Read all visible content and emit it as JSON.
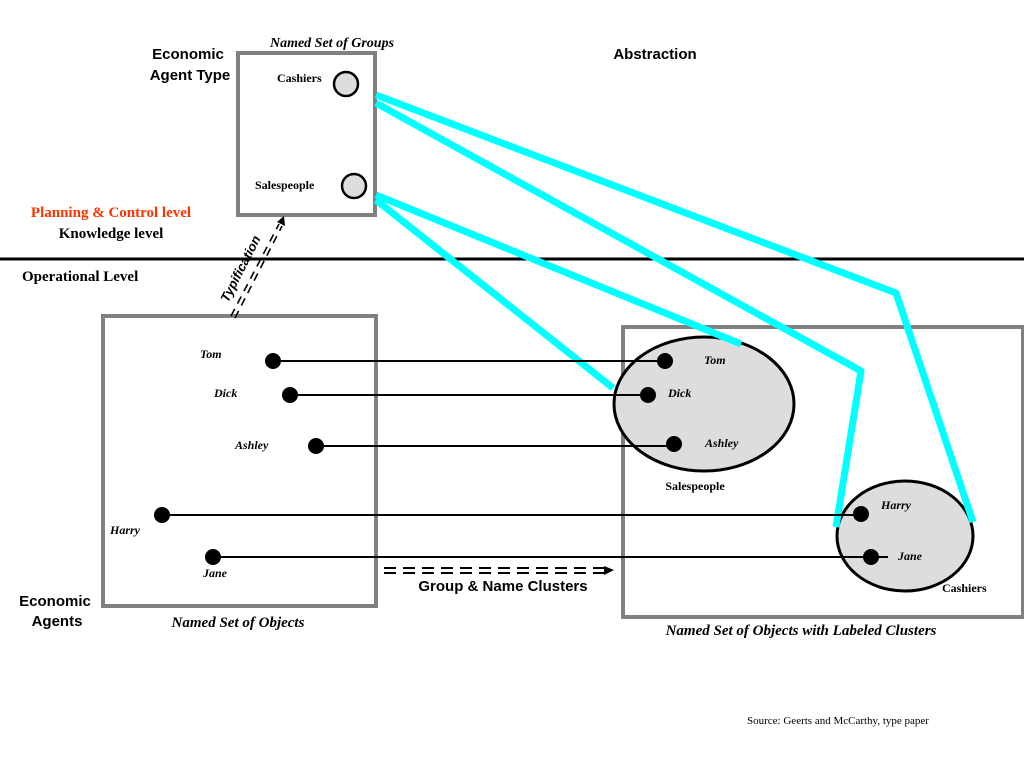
{
  "colors": {
    "abstraction_lines": "#00ffff",
    "box_border": "#808080",
    "cluster_fill": "#dddddd",
    "planning_label": "#ff3300",
    "text": "#000000"
  },
  "top": {
    "named_set_of_groups": "Named Set  of Groups",
    "economic_agent_type_line1": "Economic",
    "economic_agent_type_line2": "Agent Type",
    "abstraction": "Abstraction",
    "groups": [
      "Cashiers",
      "Salespeople"
    ]
  },
  "levels": {
    "planning_control": "Planning & Control level",
    "knowledge": "Knowledge level",
    "operational": "Operational Level"
  },
  "typification": "Typification",
  "left_box": {
    "agents": [
      "Tom",
      "Dick",
      "Ashley",
      "Harry",
      "Jane"
    ],
    "caption": "Named Set of Objects",
    "economic_agents_line1": "Economic",
    "economic_agents_line2": "Agents"
  },
  "group_arrow_label": "Group & Name Clusters",
  "right_box": {
    "caption": "Named Set of Objects with Labeled Clusters",
    "salespeople_cluster": {
      "label": "Salespeople",
      "members": [
        "Tom",
        "Dick",
        "Ashley"
      ]
    },
    "cashiers_cluster": {
      "label": "Cashiers",
      "members": [
        "Harry",
        "Jane"
      ]
    }
  },
  "source": "Source: Geerts and McCarthy, type paper"
}
